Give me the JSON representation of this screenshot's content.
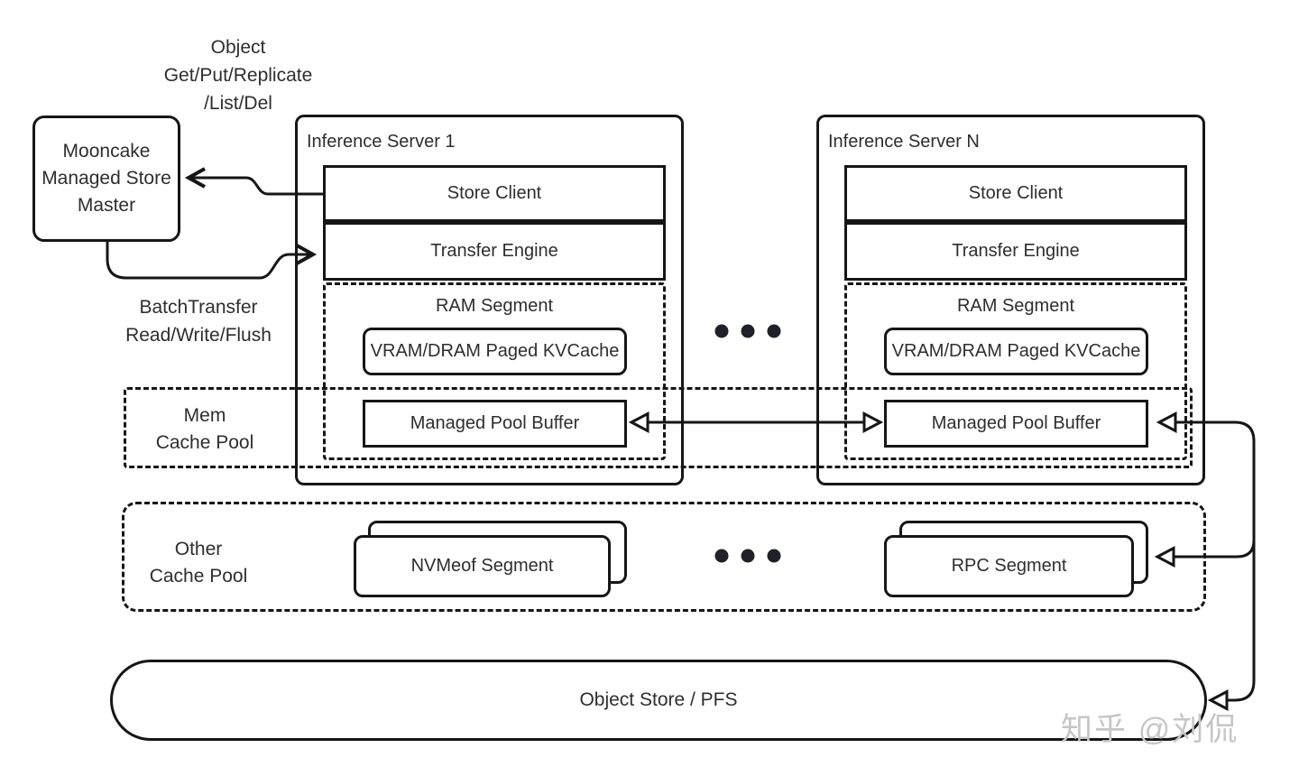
{
  "colors": {
    "line": "#161616",
    "text": "#2e2e2e",
    "dots": "#1f2028",
    "watermark": "#c6c6c6",
    "background": "#ffffff"
  },
  "annotations": {
    "object_ops": [
      "Object",
      "Get/Put/Replicate",
      "/List/Del"
    ],
    "batch_transfer": [
      "BatchTransfer",
      "Read/Write/Flush"
    ]
  },
  "master": {
    "lines": [
      "Mooncake",
      "Managed Store",
      "Master"
    ]
  },
  "servers": [
    {
      "title": "Inference Server 1",
      "store_client": "Store Client",
      "transfer_engine": "Transfer Engine",
      "ram_segment": "RAM Segment",
      "kvcache": "VRAM/DRAM Paged KVCache",
      "pool_buffer": "Managed Pool Buffer"
    },
    {
      "title": "Inference Server N",
      "store_client": "Store Client",
      "transfer_engine": "Transfer Engine",
      "ram_segment": "RAM Segment",
      "kvcache": "VRAM/DRAM Paged KVCache",
      "pool_buffer": "Managed Pool Buffer"
    }
  ],
  "pools": {
    "mem": {
      "lines": [
        "Mem",
        "Cache Pool"
      ]
    },
    "other": {
      "lines": [
        "Other",
        "Cache Pool"
      ],
      "nvmeof_segment": "NVMeof Segment",
      "rpc_segment": "RPC Segment"
    }
  },
  "object_store": {
    "label": "Object Store / PFS"
  },
  "watermark": "知乎 @刘侃"
}
